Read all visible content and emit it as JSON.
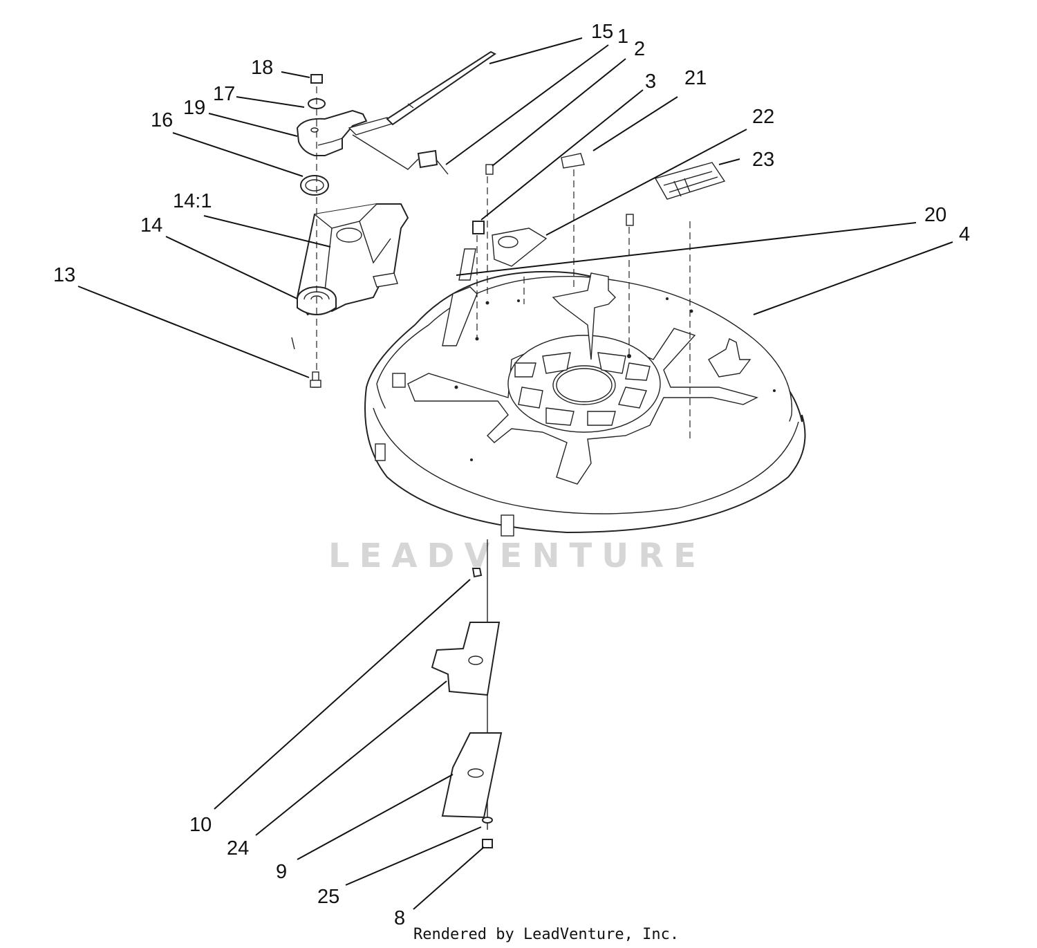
{
  "diagram": {
    "callouts": [
      {
        "id": "15",
        "label": "15"
      },
      {
        "id": "1",
        "label": "1"
      },
      {
        "id": "2",
        "label": "2"
      },
      {
        "id": "3",
        "label": "3"
      },
      {
        "id": "21",
        "label": "21"
      },
      {
        "id": "22",
        "label": "22"
      },
      {
        "id": "23",
        "label": "23"
      },
      {
        "id": "20",
        "label": "20"
      },
      {
        "id": "4",
        "label": "4"
      },
      {
        "id": "18",
        "label": "18"
      },
      {
        "id": "17",
        "label": "17"
      },
      {
        "id": "19",
        "label": "19"
      },
      {
        "id": "16",
        "label": "16"
      },
      {
        "id": "14:1",
        "label": "14:1"
      },
      {
        "id": "14",
        "label": "14"
      },
      {
        "id": "13",
        "label": "13"
      },
      {
        "id": "10",
        "label": "10"
      },
      {
        "id": "24",
        "label": "24"
      },
      {
        "id": "9",
        "label": "9"
      },
      {
        "id": "25",
        "label": "25"
      },
      {
        "id": "8",
        "label": "8"
      }
    ],
    "watermark": "LEADVENTURE",
    "credit": "Rendered by LeadVenture, Inc."
  }
}
